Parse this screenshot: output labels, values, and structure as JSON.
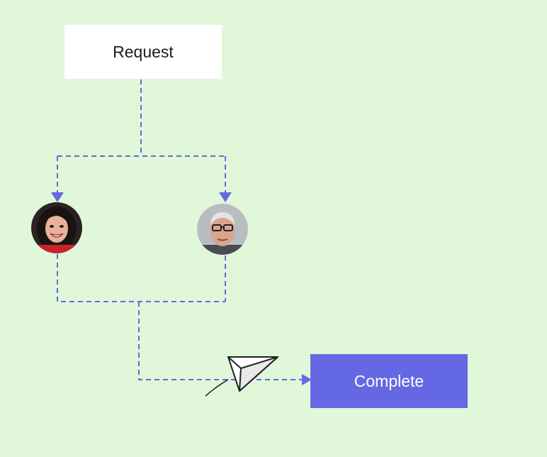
{
  "diagram": {
    "request_label": "Request",
    "complete_label": "Complete",
    "line_color": "#6568e3",
    "background_color": "#e0f7d9"
  },
  "approvers": [
    {
      "name": "",
      "icon": "avatar-woman"
    },
    {
      "name": "",
      "icon": "avatar-man-glasses"
    }
  ],
  "decoration": {
    "icon": "paper-plane-icon"
  }
}
